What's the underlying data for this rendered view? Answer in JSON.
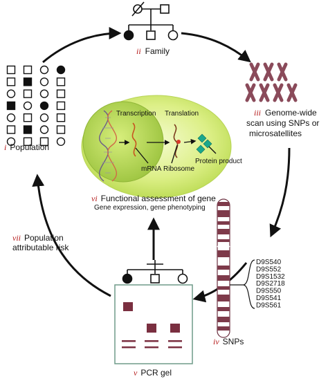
{
  "colors": {
    "accent_numeral": "#b41818",
    "line": "#111111",
    "cell_outer": "#d4ec72",
    "cell_inner": "#a9cc40",
    "chromosome": "#7e3a4a",
    "gel_band": "#7a2f40",
    "gel_border": "#6f9a88",
    "protein": "#1aa088"
  },
  "family": {
    "numeral": "ii",
    "label": "Family"
  },
  "genome_scan": {
    "numeral": "iii",
    "lines": [
      "Genome-wide",
      "scan using SNPs or",
      "microsatellites"
    ]
  },
  "population": {
    "numeral": "i",
    "label": "Population"
  },
  "snps": {
    "numeral": "iv",
    "label": "SNPs",
    "markers": [
      "D9S540",
      "D9S552",
      "D9S1532",
      "D9S2718",
      "D9S550",
      "D9S541",
      "D9S561"
    ]
  },
  "pcr_gel": {
    "numeral": "v",
    "label": "PCR gel"
  },
  "functional": {
    "numeral": "vi",
    "title": "Functional assessment of gene",
    "subtitle": "Gene expression, gene phenotyping",
    "transcription": "Transcription",
    "translation": "Translation",
    "mrna": "mRNA",
    "ribosome": "Ribosome",
    "protein_product": "Protein product"
  },
  "risk": {
    "numeral": "vii",
    "lines": [
      "Population",
      "attributable risk"
    ]
  }
}
